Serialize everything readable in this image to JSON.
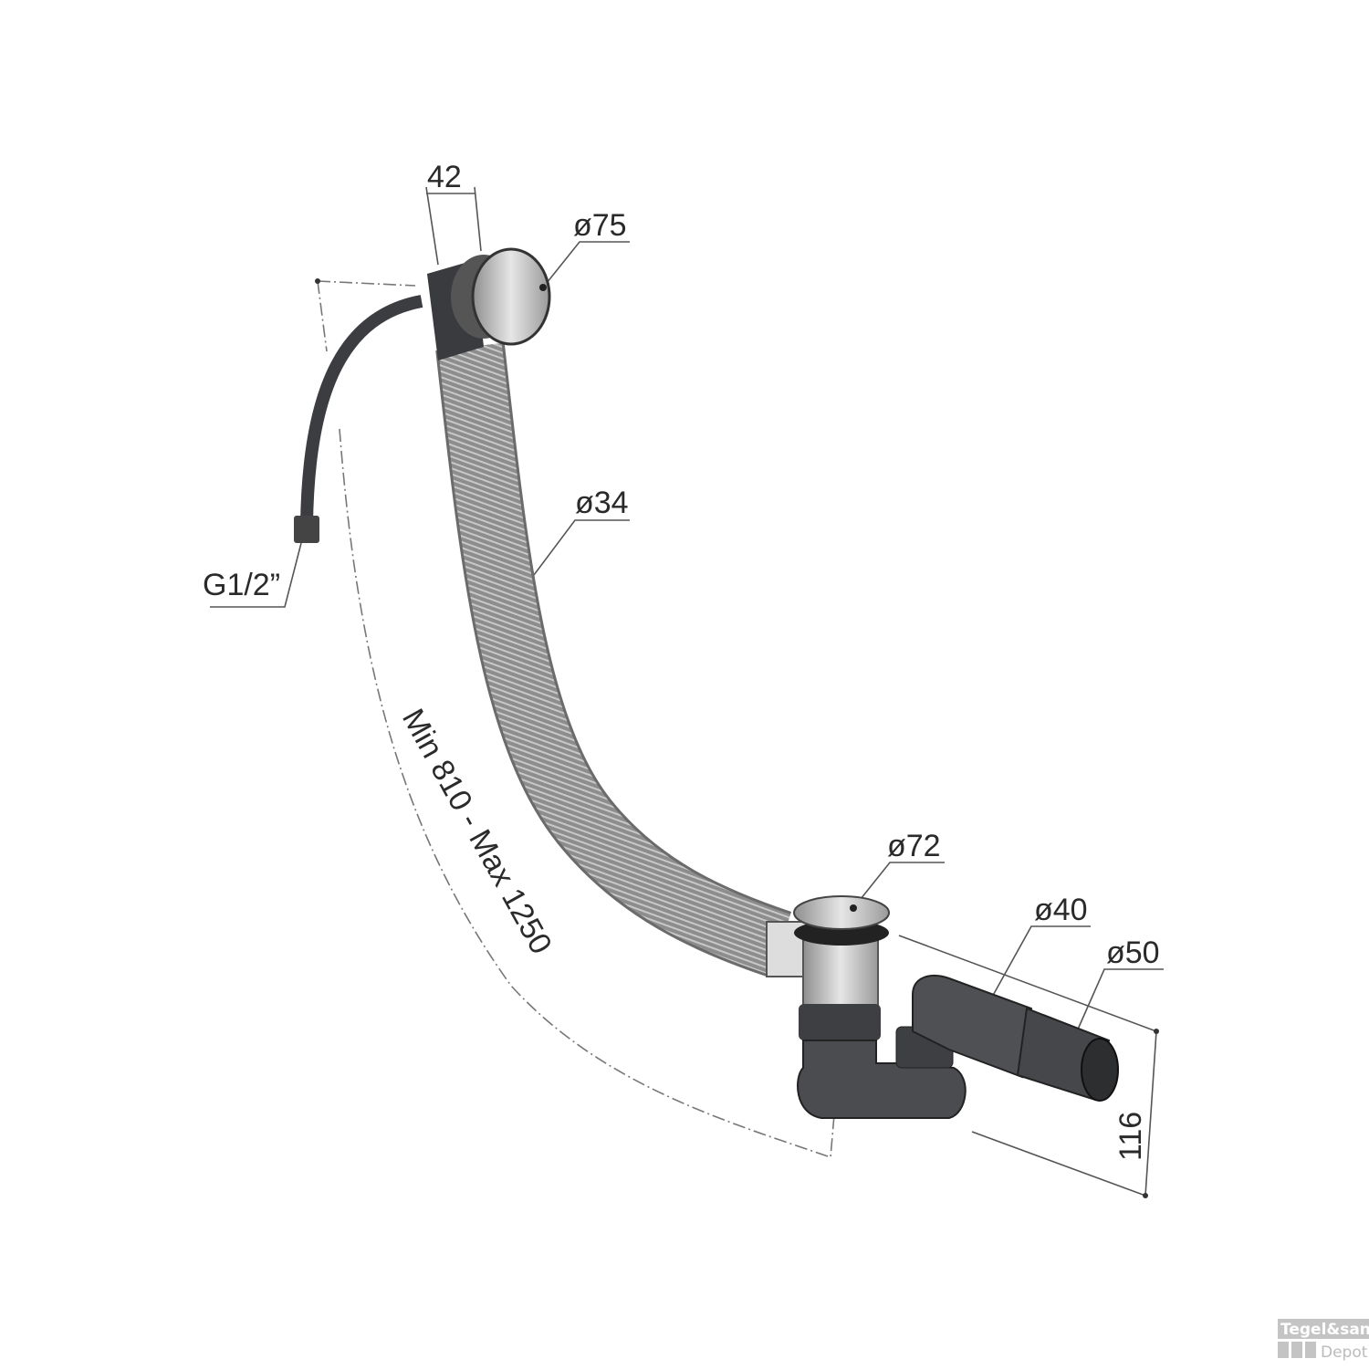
{
  "labels": {
    "width_overflow": "42",
    "dia_overflow": "ø75",
    "dia_hose": "ø34",
    "thread": "G1/2”",
    "length": "Min 810 - Max 1250",
    "dia_waste": "ø72",
    "dia_outlet": "ø40",
    "dia_outlet_sleeve": "ø50",
    "height_trap": "116"
  },
  "watermark": {
    "line1": "Tegel&sanitair",
    "line2": "Depot"
  },
  "colors": {
    "hose": "#8a8a8a",
    "chrome": "#c9c9c9",
    "plastic": "#4a4c4f",
    "lines": "#555555"
  }
}
